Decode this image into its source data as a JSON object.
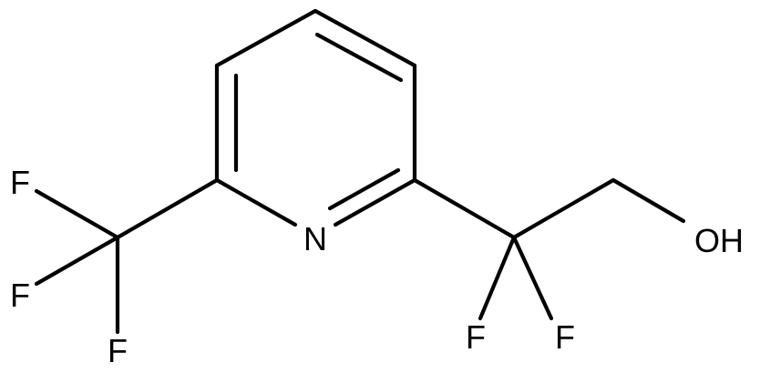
{
  "molecule": {
    "atoms": {
      "n1": "N",
      "oh": "OH",
      "f_cf3_top": "F",
      "f_cf3_mid": "F",
      "f_cf3_bot": "F",
      "f_cf2_left": "F",
      "f_cf2_right": "F"
    }
  },
  "colors": {
    "bond": "#000000",
    "label": "#000000",
    "background": "#ffffff"
  }
}
